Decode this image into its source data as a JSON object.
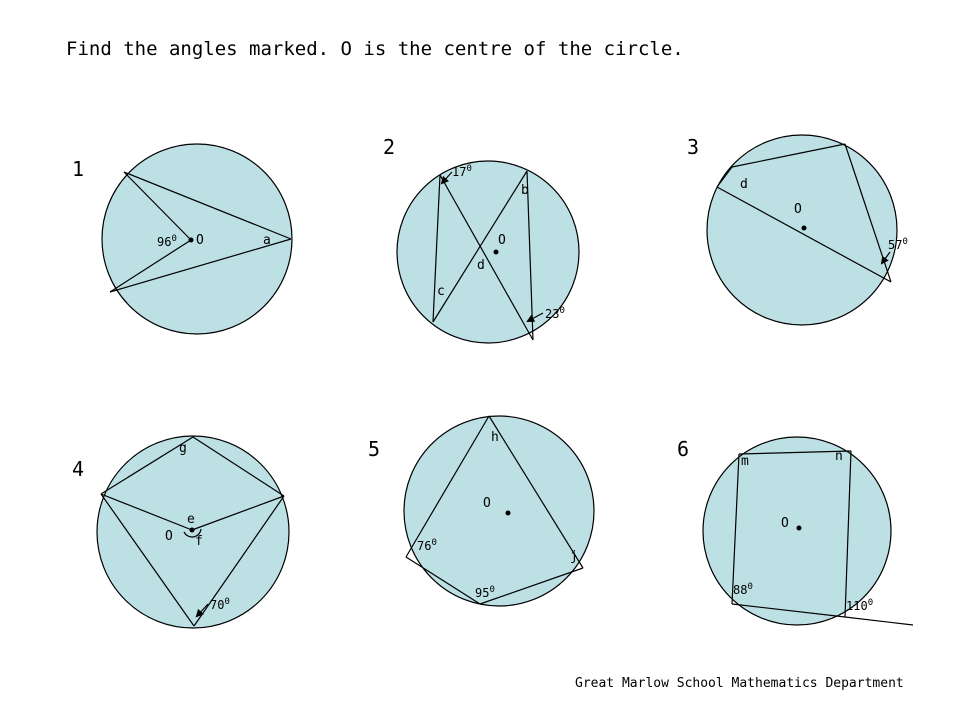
{
  "title": "Find the angles marked.  O is the centre of the circle.",
  "footer": "Great Marlow School Mathematics Department",
  "colors": {
    "circle_fill": "#bde0e4",
    "stroke": "#000000"
  },
  "problems": [
    {
      "number": "1",
      "labels": {
        "centre": "O",
        "angle_given": "96",
        "unknown_a": "a"
      }
    },
    {
      "number": "2",
      "labels": {
        "angle_top": "17",
        "unknown_b": "b",
        "centre": "O",
        "unknown_d": "d",
        "unknown_c": "c",
        "angle_bottom": "23"
      }
    },
    {
      "number": "3",
      "labels": {
        "unknown_d": "d",
        "centre": "O",
        "angle_given": "57"
      }
    },
    {
      "number": "4",
      "labels": {
        "unknown_g": "g",
        "unknown_e": "e",
        "centre": "O",
        "unknown_f": "f",
        "angle_given": "70"
      }
    },
    {
      "number": "5",
      "labels": {
        "unknown_h": "h",
        "centre": "O",
        "angle_left": "76",
        "unknown_j": "j",
        "angle_bottom": "95"
      }
    },
    {
      "number": "6",
      "labels": {
        "unknown_m": "m",
        "unknown_n": "n",
        "centre": "O",
        "angle_left": "88",
        "angle_right": "110"
      }
    }
  ],
  "degree_symbol": "0"
}
